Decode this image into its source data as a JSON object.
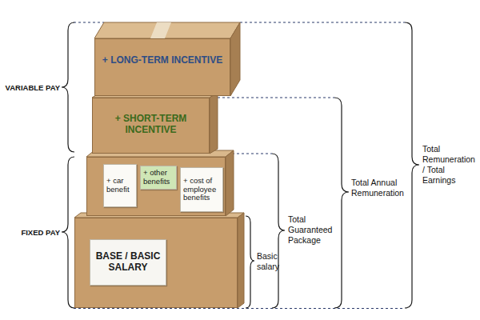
{
  "diagram": {
    "nodes": [
      {
        "text": [
          "+ LONG-TERM INCENTIVE"
        ]
      },
      {
        "text": [
          "+ SHORT-TERM INCENTIVE"
        ]
      },
      {
        "text": [
          "+ car benefit",
          "+ other benefits",
          "+ cost of employee benefits"
        ]
      },
      {
        "text": [
          "BASE / BASIC SALARY"
        ]
      }
    ],
    "labels": [
      "VARIABLE PAY",
      "FIXED PAY",
      "Basic salary",
      "Total Guaranteed Package",
      "Total Annual Remuneration",
      "Total Remuneration / Total Earnings"
    ]
  }
}
